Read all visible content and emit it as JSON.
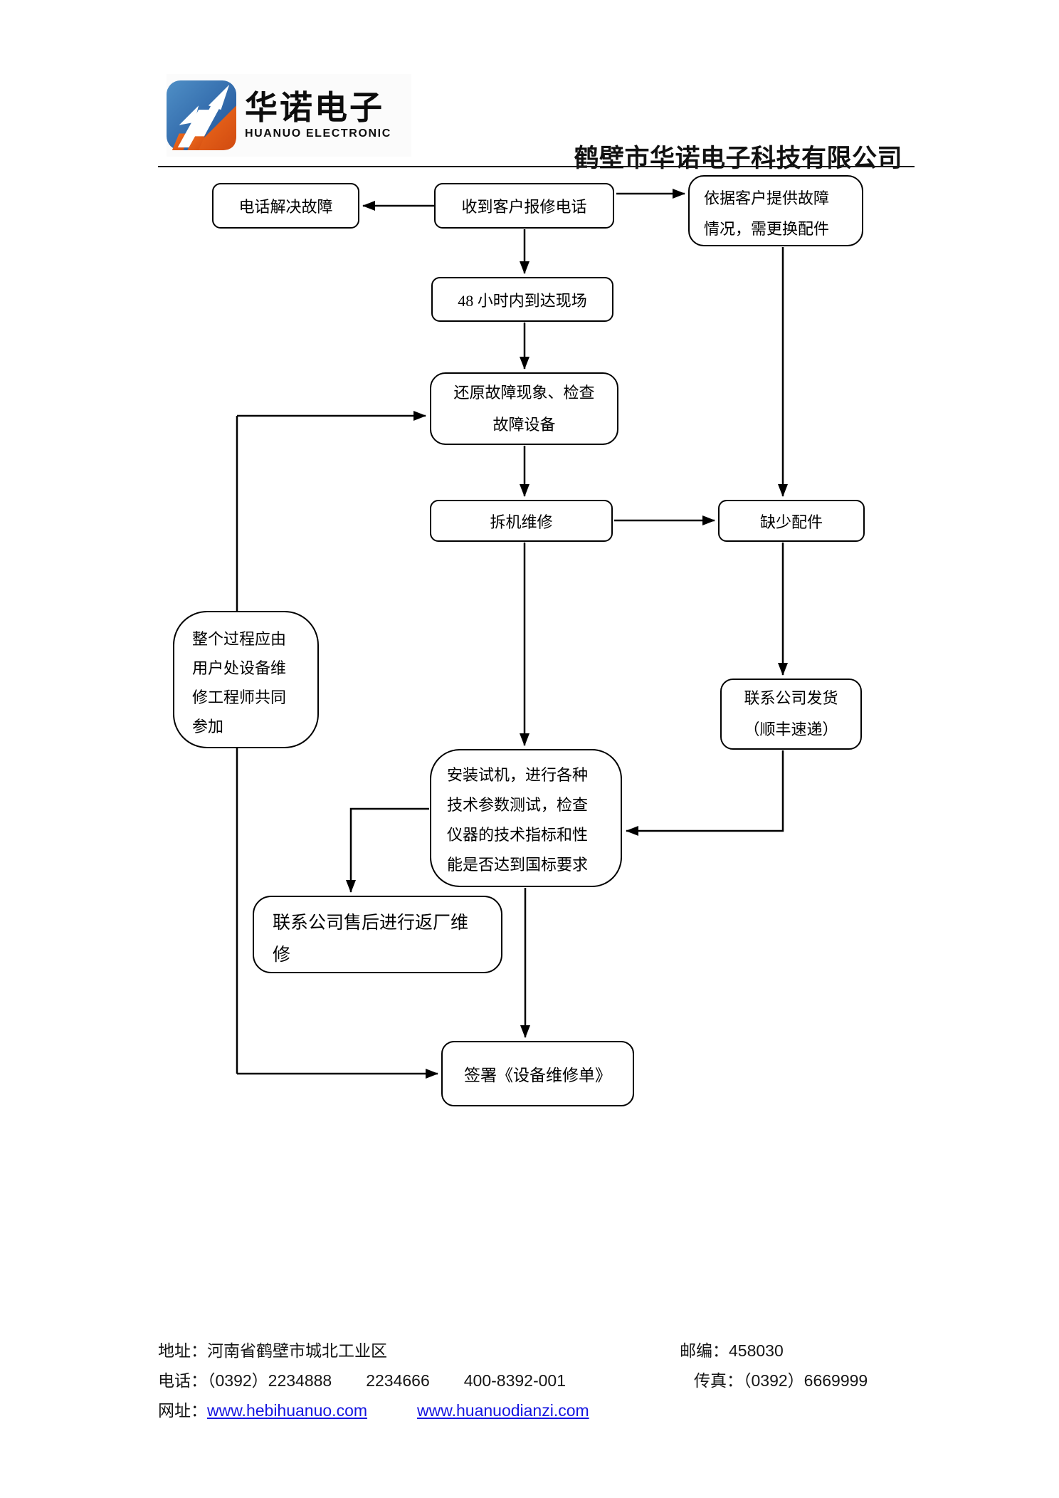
{
  "header": {
    "logo": {
      "name_cn": "华诺电子",
      "name_en": "HUANUO ELECTRONIC",
      "blue": "#2f6db4",
      "orange": "#e8611c"
    },
    "company_name": "鹤壁市华诺电子科技有限公司"
  },
  "flowchart": {
    "nodes": {
      "phone_solve": {
        "lines": [
          "电话解决故障"
        ]
      },
      "receive_call": {
        "lines": [
          "收到客户报修电话"
        ]
      },
      "need_parts": {
        "lines": [
          "依据客户提供故障",
          "情况，需更换配件"
        ]
      },
      "arrive_48h": {
        "lines": [
          "48 小时内到达现场"
        ]
      },
      "restore_check": {
        "lines": [
          "还原故障现象、检查",
          "故障设备"
        ]
      },
      "dismantle": {
        "lines": [
          "拆机维修"
        ]
      },
      "lack_parts": {
        "lines": [
          "缺少配件"
        ]
      },
      "whole_process": {
        "lines": [
          "整个过程应由",
          "用户处设备维",
          "修工程师共同",
          "参加"
        ]
      },
      "company_ship": {
        "lines": [
          "联系公司发货",
          "（顺丰速递）"
        ]
      },
      "install_test": {
        "lines": [
          "安装试机，进行各种",
          "技术参数测试，检查",
          "仪器的技术指标和性",
          "能是否达到国标要求"
        ]
      },
      "return_factory": {
        "lines": [
          "联系公司售后进行返厂维",
          "修"
        ]
      },
      "sign_form": {
        "lines": [
          "签署《设备维修单》"
        ]
      }
    }
  },
  "footer": {
    "address": "地址：河南省鹤壁市城北工业区",
    "postcode": "邮编：458030",
    "phone_label": "电话：",
    "phones": [
      "（0392）2234888",
      "2234666",
      "400-8392-001"
    ],
    "fax": "传真：（0392）6669999",
    "web_label": "网址：",
    "site1": "www.hebihuanuo.com",
    "site2": "www.huanuodianzi.com"
  }
}
